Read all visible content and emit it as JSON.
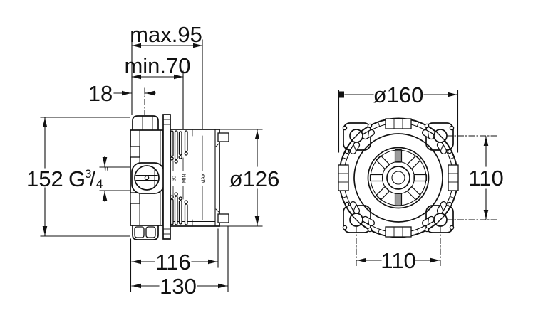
{
  "side_view": {
    "depth_max": "max.95",
    "depth_min": "min.70",
    "edge_offset": "18",
    "body_height": "152",
    "thread_prefix": "G",
    "thread_numerator": "3",
    "thread_slash": "/",
    "thread_denominator": "4",
    "thread_inch_mark": "\"",
    "sleeve_diameter": "ø126",
    "body_length": "116",
    "total_length": "130",
    "sleeve_scale_marks": [
      "30",
      "MIN",
      "MAX"
    ]
  },
  "front_view": {
    "outer_diameter": "ø160",
    "screw_spacing_vertical": "110",
    "screw_spacing_horizontal": "110"
  },
  "colors": {
    "line": "#111111",
    "background": "#ffffff",
    "spoke_shade": "#9b9b9b"
  }
}
